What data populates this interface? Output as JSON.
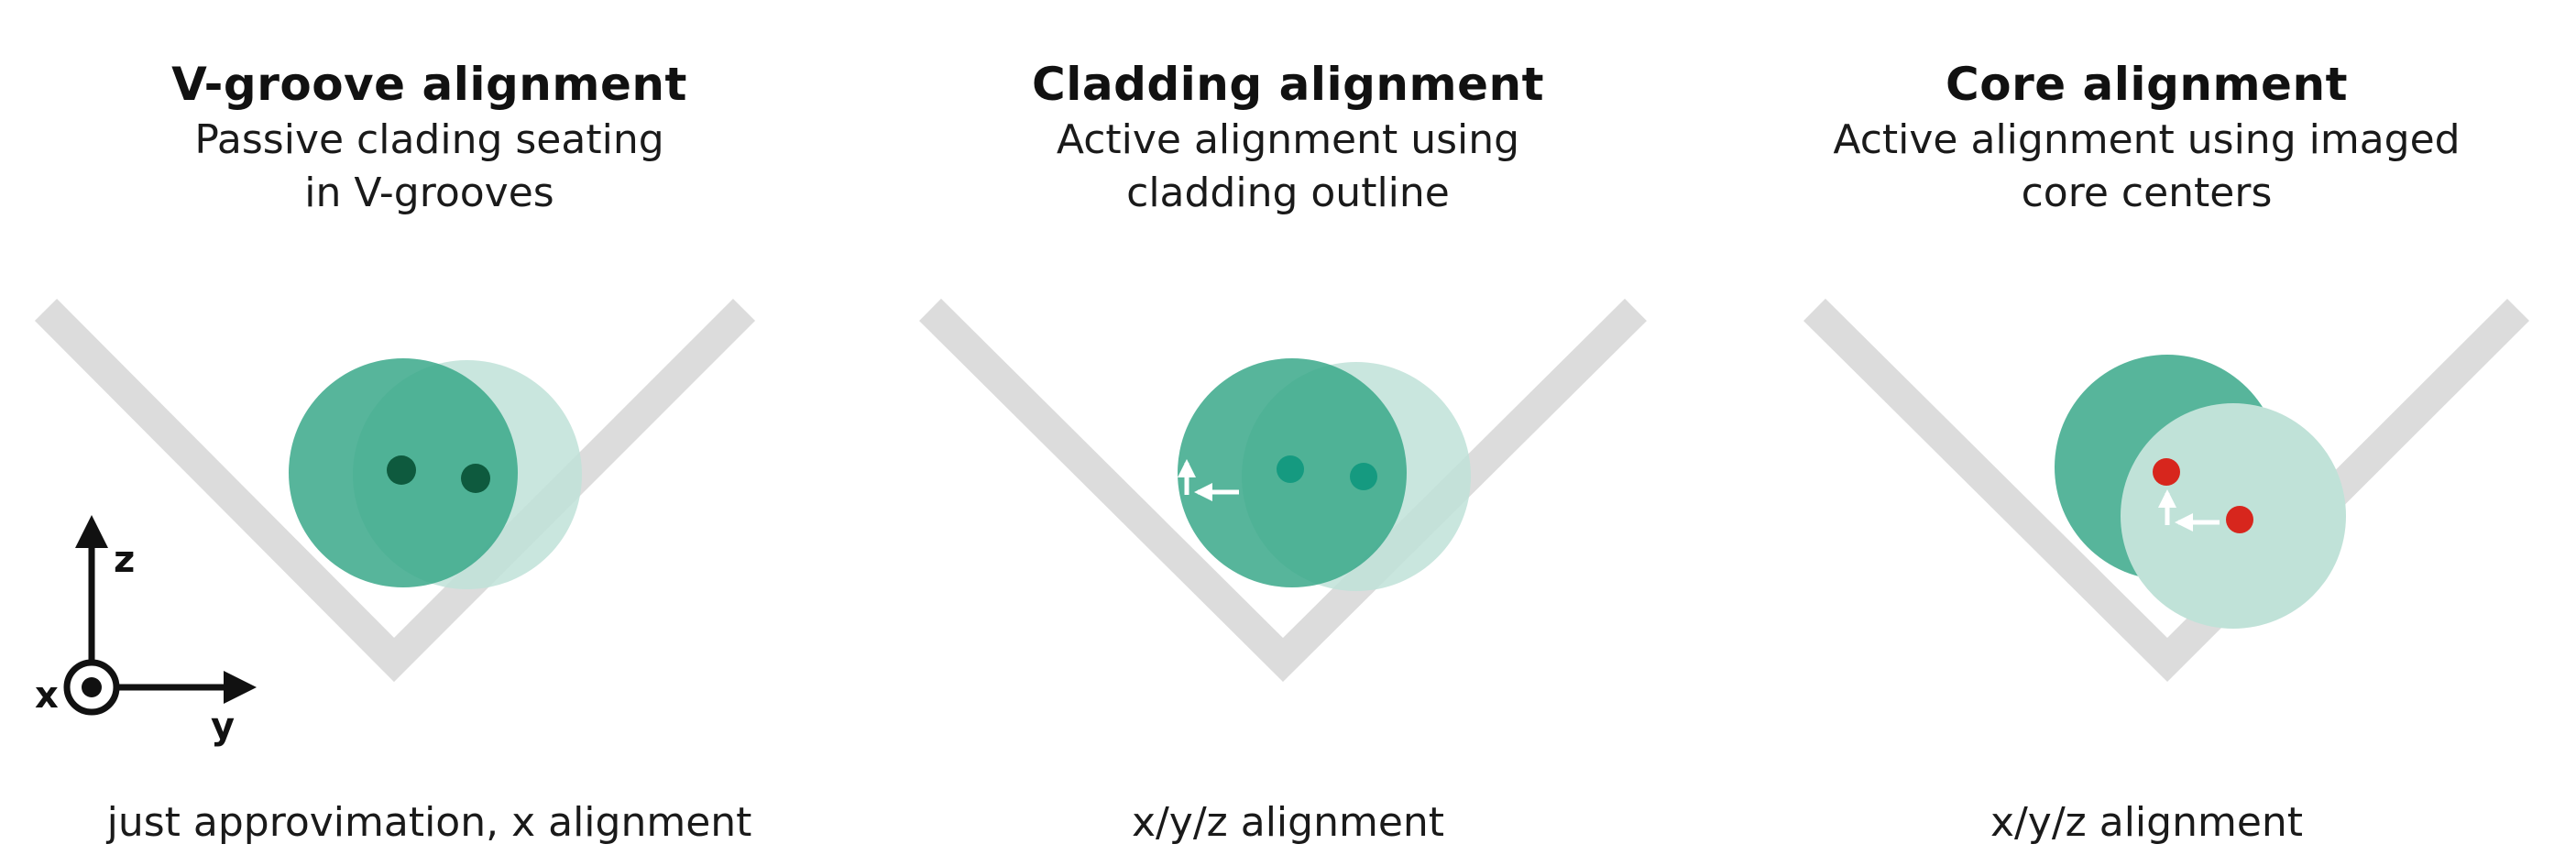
{
  "colors": {
    "groove": "#dcdcdc",
    "fiber_dark": "#3aa88a",
    "fiber_light": "#c0e2d8",
    "core_dark": "#0e5a3e",
    "core_teal": "#159a80",
    "core_red": "#d7261d",
    "arrow": "#ffffff",
    "axis": "#111111"
  },
  "axes": {
    "z_label": "z",
    "y_label": "y",
    "x_label": "x"
  },
  "panels": [
    {
      "title": "V-groove alignment",
      "subtitle_lines": [
        "Passive clading seating",
        "in V-grooves"
      ],
      "caption": "just approvimation, x alignment"
    },
    {
      "title": "Cladding alignment",
      "subtitle_lines": [
        "Active alignment using",
        "cladding outline"
      ],
      "caption": "x/y/z alignment"
    },
    {
      "title": "Core alignment",
      "subtitle_lines": [
        "Active alignment using imaged",
        "core centers"
      ],
      "caption": "x/y/z alignment"
    }
  ]
}
